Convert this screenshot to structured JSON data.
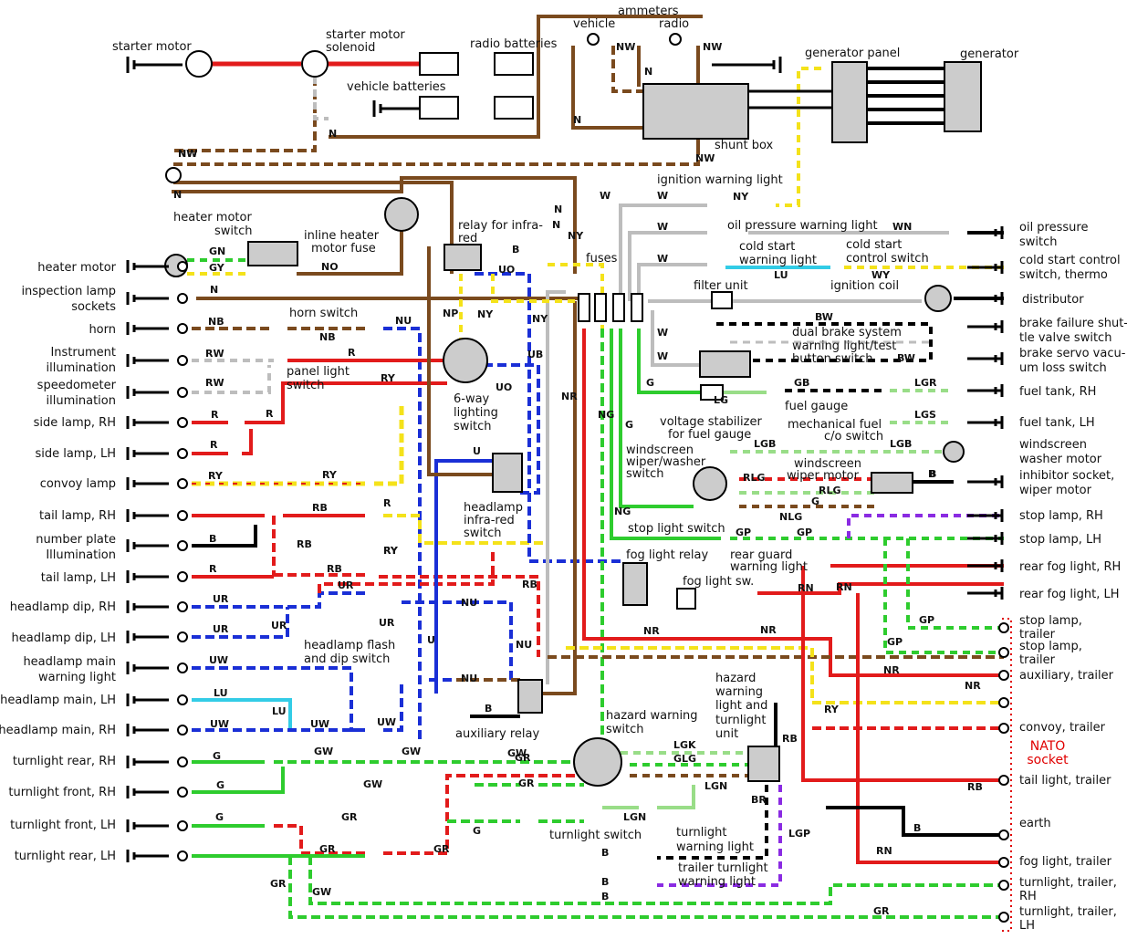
{
  "colors": {
    "N": "#7a4a1e",
    "R": "#e21b1b",
    "B": "#000000",
    "W": "#bdbdbd",
    "G": "#2ecc2e",
    "U": "#1a2fd6",
    "Y": "#f4e21a",
    "P": "#8a2be2",
    "LU": "#33cce6",
    "LG": "#99dd88",
    "nato": "#e00000"
  },
  "left_labels": [
    "heater motor",
    "inspection lamp",
    "sockets",
    "horn",
    "Instrument",
    "illumination",
    "speedometer",
    "illumination",
    "side lamp, RH",
    "side lamp, LH",
    "convoy lamp",
    "tail lamp, RH",
    "number plate",
    "Illumination",
    "tail lamp, LH",
    "headlamp dip, RH",
    "headlamp dip, LH",
    "headlamp main",
    "warning light",
    "headlamp main, LH",
    "headlamp main, RH",
    "turnlight rear, RH",
    "turnlight front, RH",
    "turnlight front, LH",
    "turnlight rear, LH"
  ],
  "right_labels": [
    "generator",
    "oil pressure",
    "switch",
    "cold start control",
    "switch, thermo",
    "distributor",
    "brake failure shut-",
    "tle valve switch",
    "brake servo vacu-",
    "um loss switch",
    "fuel tank, RH",
    "fuel tank, LH",
    "windscreen",
    "washer motor",
    "inhibitor socket,",
    "wiper motor",
    "stop lamp, RH",
    "stop lamp, LH",
    "rear fog light, RH",
    "rear fog light, LH"
  ],
  "trailer_labels": [
    "stop lamp,",
    "trailer",
    "stop lamp,",
    "trailer",
    "auxiliary, trailer",
    "convoy, trailer",
    "tail light, trailer",
    "earth",
    "fog light, trailer",
    "turnlight, trailer,",
    "RH",
    "turnlight, trailer,",
    "LH"
  ],
  "top_labels": [
    "starter motor",
    "starter motor",
    "solenoid",
    "radio batteries",
    "vehicle batteries",
    "vehicle",
    "ammeters",
    "radio",
    "generator panel",
    "shunt box"
  ],
  "center_labels": [
    "ignition warning light",
    "oil pressure warning light",
    "cold start",
    "warning light",
    "cold start",
    "control switch",
    "filter unit",
    "ignition coil",
    "dual brake system",
    "warning light/test",
    "button switch",
    "fuel gauge",
    "mechanical fuel",
    "c/o switch",
    "voltage stabilizer",
    "for fuel gauge",
    "windscreen",
    "wiper/washer",
    "switch",
    "windscreen",
    "wiper motor",
    "stop light switch",
    "fog light relay",
    "fog light sw.",
    "rear guard",
    "warning light",
    "heater motor",
    "switch",
    "inline heater",
    "motor fuse",
    "relay for infra-",
    "red",
    "fuses",
    "horn switch",
    "panel light",
    "switch",
    "6-way",
    "lighting",
    "switch",
    "headlamp",
    "infra-red",
    "switch",
    "headlamp flash",
    "and dip switch",
    "auxiliary relay",
    "hazard warning",
    "switch",
    "hazard",
    "warning",
    "light and",
    "turnlight",
    "unit",
    "turnlight switch",
    "turnlight",
    "warning light",
    "trailer turnlight",
    "warning light"
  ],
  "nato_labels": [
    "NATO",
    "socket"
  ],
  "wire_codes": [
    "N",
    "NW",
    "NW",
    "N",
    "N",
    "NW",
    "NW",
    "N",
    "NW",
    "N",
    "W",
    "W",
    "NY",
    "W",
    "WN",
    "W",
    "LU",
    "WY",
    "W",
    "BW",
    "BW",
    "W",
    "G",
    "LG",
    "GB",
    "LGR",
    "LGS",
    "LGB",
    "LGB",
    "B",
    "RLG",
    "RLG",
    "G",
    "NLG",
    "GP",
    "GP",
    "G",
    "NG",
    "NG",
    "NR",
    "N",
    "NY",
    "NY",
    "NP",
    "NY",
    "B",
    "UO",
    "UO",
    "UB",
    "U",
    "GN",
    "GY",
    "NO",
    "N",
    "NB",
    "NB",
    "NU",
    "RW",
    "R",
    "RY",
    "RW",
    "R",
    "R",
    "R",
    "RY",
    "RY",
    "R",
    "RB",
    "RY",
    "B",
    "RB",
    "R",
    "RB",
    "RY",
    "UR",
    "RB",
    "UR",
    "UR",
    "UR",
    "UR",
    "UW",
    "LU",
    "LU",
    "UW",
    "UW",
    "UW",
    "NU",
    "NU",
    "NU",
    "U",
    "B",
    "G",
    "GW",
    "GW",
    "GW",
    "G",
    "GW",
    "G",
    "GR",
    "GR",
    "GR",
    "GR",
    "G",
    "GR",
    "GR",
    "GW",
    "GR",
    "LGK",
    "GLG",
    "LGN",
    "LGN",
    "BR",
    "LGP",
    "B",
    "B",
    "B",
    "NR",
    "NR",
    "NR",
    "NR",
    "RY",
    "RB",
    "RB",
    "RN",
    "RN",
    "RN",
    "B",
    "GP",
    "GP",
    "B"
  ]
}
